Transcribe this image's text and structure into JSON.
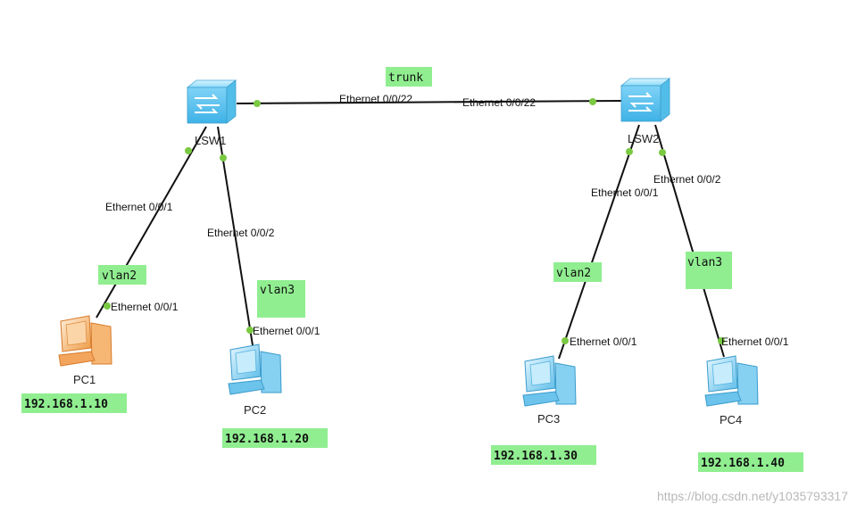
{
  "devices": {
    "lsw1": {
      "label": "LSW1",
      "type": "switch"
    },
    "lsw2": {
      "label": "LSW2",
      "type": "switch"
    },
    "pc1": {
      "label": "PC1",
      "type": "pc",
      "ip": "192.168.1.10",
      "color": "#f0a050"
    },
    "pc2": {
      "label": "PC2",
      "type": "pc",
      "ip": "192.168.1.20",
      "color": "#6ec6ef"
    },
    "pc3": {
      "label": "PC3",
      "type": "pc",
      "ip": "192.168.1.30",
      "color": "#6ec6ef"
    },
    "pc4": {
      "label": "PC4",
      "type": "pc",
      "ip": "192.168.1.40",
      "color": "#6ec6ef"
    }
  },
  "links": {
    "trunk": {
      "tag": "trunk",
      "port_a": "Ethernet 0/0/22",
      "port_b": "Ethernet 0/0/22"
    },
    "lsw1_pc1": {
      "tag": "vlan2",
      "port_switch": "Ethernet 0/0/1",
      "port_pc": "Ethernet 0/0/1"
    },
    "lsw1_pc2": {
      "tag": "vlan3",
      "port_switch": "Ethernet 0/0/2",
      "port_pc": "Ethernet 0/0/1"
    },
    "lsw2_pc3": {
      "tag": "vlan2",
      "port_switch": "Ethernet 0/0/1",
      "port_pc": "Ethernet 0/0/1"
    },
    "lsw2_pc4": {
      "tag": "vlan3",
      "port_switch": "Ethernet 0/0/2",
      "port_pc": "Ethernet 0/0/1"
    }
  },
  "colors": {
    "tag_background": "#90ee90",
    "port_dot": "#7ac943",
    "link": "#111111",
    "switch": "#7fd3f7"
  },
  "watermark": "https://blog.csdn.net/y1035793317"
}
